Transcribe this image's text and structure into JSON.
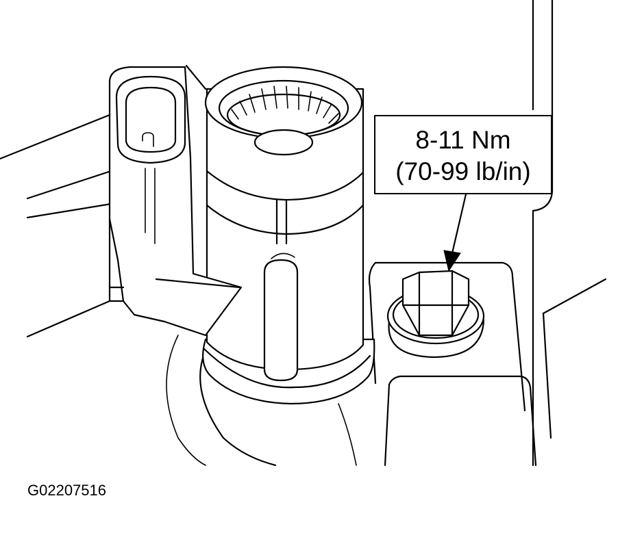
{
  "figure": {
    "figure_id": "G02207516",
    "callout": {
      "torque_nm": "8-11 Nm",
      "torque_lbin": "(70-99 lb/in)"
    }
  },
  "icons": {
    "sensor_connector": "electrical-connector-icon",
    "bolt": "hex-flange-bolt-icon",
    "leader_arrow": "arrow-down-icon"
  }
}
